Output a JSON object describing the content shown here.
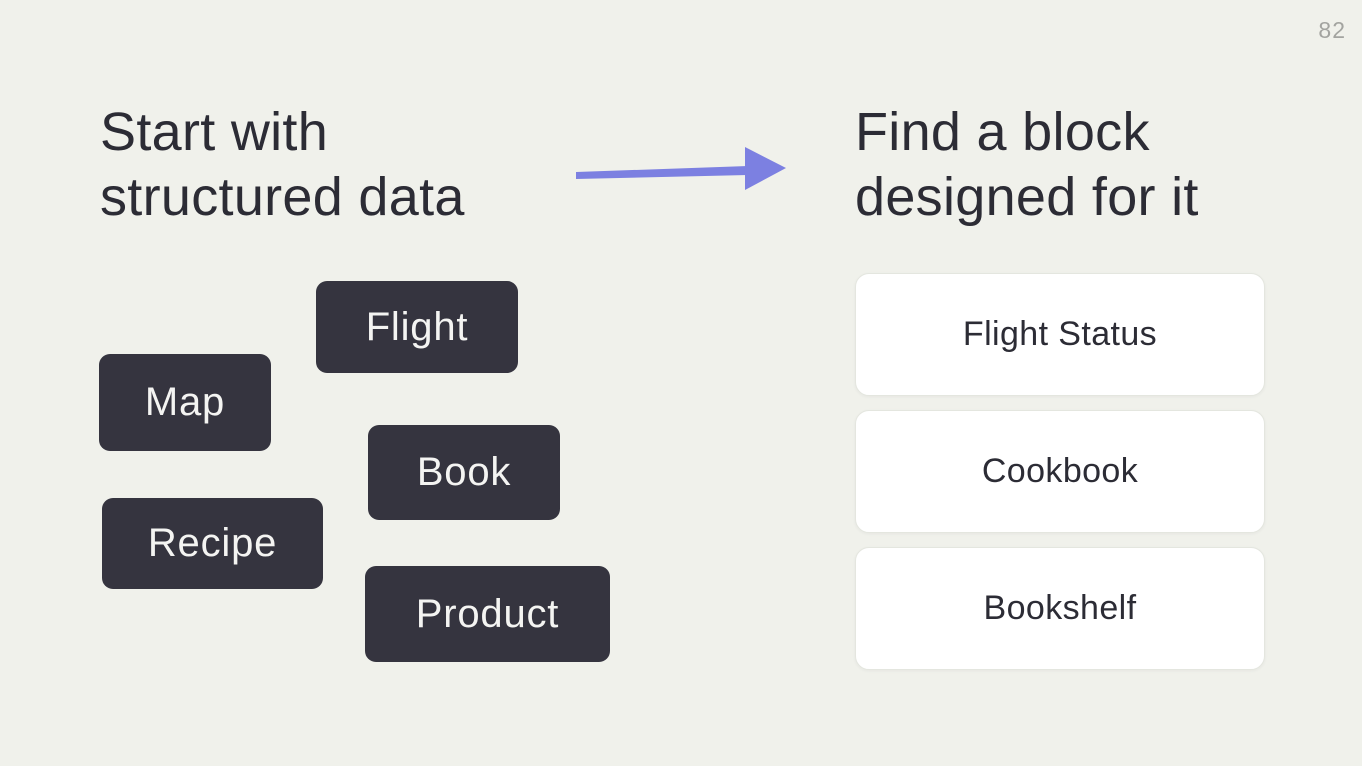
{
  "slide": {
    "page_number": "82"
  },
  "colors": {
    "background": "#F0F1EB",
    "heading_text": "#2C2C35",
    "chip_background": "#35343F",
    "chip_text": "#F4F4F2",
    "card_background": "#FFFFFF",
    "card_border": "#E4E6DF",
    "card_text": "#2C2C35",
    "arrow": "#7C80E1",
    "page_number_text": "#A3A4A0"
  },
  "left_section": {
    "heading_lines": [
      "Start with",
      "structured data"
    ],
    "chips": [
      "Flight",
      "Map",
      "Book",
      "Recipe",
      "Product"
    ]
  },
  "arrow": {
    "icon": "right-arrow"
  },
  "right_section": {
    "heading_lines": [
      "Find a block",
      "designed for it"
    ],
    "cards": [
      "Flight Status",
      "Cookbook",
      "Bookshelf"
    ]
  }
}
